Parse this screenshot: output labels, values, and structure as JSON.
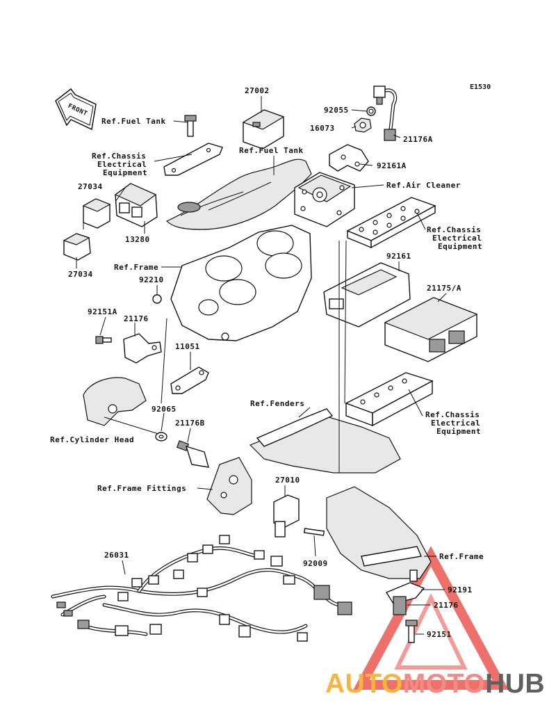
{
  "diagram": {
    "code": "E1530",
    "front_badge": "FRONT",
    "labels": {
      "p27002": "27002",
      "ref_fuel_tank_1": "Ref.Fuel Tank",
      "ref_chassis_1": [
        "Ref.Chassis",
        "Electrical",
        "Equipment"
      ],
      "p27034_a": "27034",
      "p13280": "13280",
      "p27034_b": "27034",
      "ref_fuel_tank_2": "Ref.Fuel Tank",
      "p92055": "92055",
      "p16073": "16073",
      "p21176A": "21176A",
      "p92161A": "92161A",
      "ref_air_cleaner": "Ref.Air Cleaner",
      "ref_chassis_2": [
        "Ref.Chassis",
        "Electrical",
        "Equipment"
      ],
      "ref_frame_1": "Ref.Frame",
      "p92210": "92210",
      "p92161": "92161",
      "p21175A": "21175/A",
      "p92151A": "92151A",
      "p21176": "21176",
      "p11051": "11051",
      "ref_fenders": "Ref.Fenders",
      "ref_chassis_3": [
        "Ref.Chassis",
        "Electrical",
        "Equipment"
      ],
      "p92065": "92065",
      "ref_cylinder_head": "Ref.Cylinder Head",
      "p21176B": "21176B",
      "ref_frame_fittings": "Ref.Frame Fittings",
      "p27010": "27010",
      "ref_frame_2": "Ref.Frame",
      "p26031": "26031",
      "p92009": "92009",
      "p92191": "92191",
      "p21176_b": "21176",
      "p92151": "92151"
    },
    "watermark": {
      "part1": "AUTO",
      "part2": "MOTO",
      "part3": "HUB"
    },
    "colors": {
      "watermark_orange": "#f6b53f",
      "watermark_pink": "#f28b86",
      "watermark_gray": "#5f5f5f",
      "watermark_triangle": "#e8413a"
    }
  }
}
